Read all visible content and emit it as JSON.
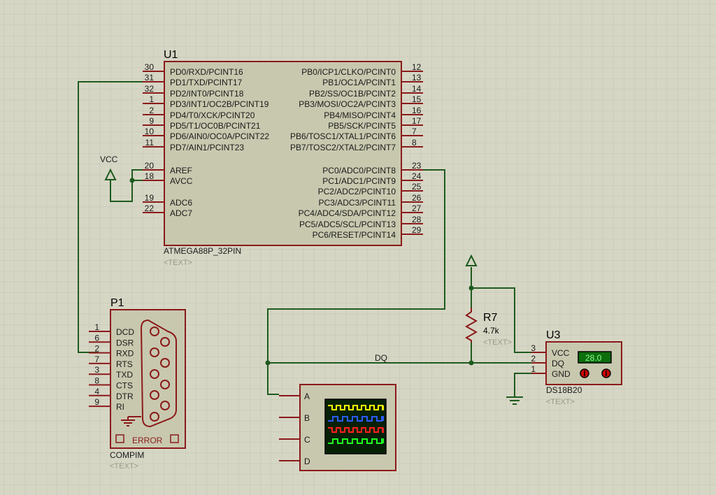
{
  "colors": {
    "background": "#d6d6c5",
    "grid": "#c4c4b2",
    "wire": "#1e5b1e",
    "body_stroke": "#8b1a1a",
    "body_fill": "#c8c8af",
    "pin": "#8b1a1a",
    "lcd": "#0d6e0d"
  },
  "u1": {
    "refdes": "U1",
    "part": "ATMEGA88P_32PIN",
    "text": "<TEXT>",
    "left_pins": [
      {
        "num": "30",
        "name": "PD0/RXD/PCINT16"
      },
      {
        "num": "31",
        "name": "PD1/TXD/PCINT17"
      },
      {
        "num": "32",
        "name": "PD2/INT0/PCINT18"
      },
      {
        "num": "1",
        "name": "PD3/INT1/OC2B/PCINT19"
      },
      {
        "num": "2",
        "name": "PD4/T0/XCK/PCINT20"
      },
      {
        "num": "9",
        "name": "PD5/T1/OC0B/PCINT21"
      },
      {
        "num": "10",
        "name": "PD6/AIN0/OC0A/PCINT22"
      },
      {
        "num": "11",
        "name": "PD7/AIN1/PCINT23"
      },
      {
        "num": "20",
        "name": "AREF"
      },
      {
        "num": "18",
        "name": "AVCC"
      },
      {
        "num": "19",
        "name": "ADC6"
      },
      {
        "num": "22",
        "name": "ADC7"
      }
    ],
    "right_pins": [
      {
        "num": "12",
        "name": "PB0/ICP1/CLKO/PCINT0"
      },
      {
        "num": "13",
        "name": "PB1/OC1A/PCINT1"
      },
      {
        "num": "14",
        "name": "PB2/SS/OC1B/PCINT2"
      },
      {
        "num": "15",
        "name": "PB3/MOSI/OC2A/PCINT3"
      },
      {
        "num": "16",
        "name": "PB4/MISO/PCINT4"
      },
      {
        "num": "17",
        "name": "PB5/SCK/PCINT5"
      },
      {
        "num": "7",
        "name": "PB6/TOSC1/XTAL1/PCINT6"
      },
      {
        "num": "8",
        "name": "PB7/TOSC2/XTAL2/PCINT7"
      },
      {
        "num": "23",
        "name": "PC0/ADC0/PCINT8"
      },
      {
        "num": "24",
        "name": "PC1/ADC1/PCINT9"
      },
      {
        "num": "25",
        "name": "PC2/ADC2/PCINT10"
      },
      {
        "num": "26",
        "name": "PC3/ADC3/PCINT11"
      },
      {
        "num": "27",
        "name": "PC4/ADC4/SDA/PCINT12"
      },
      {
        "num": "28",
        "name": "PC5/ADC5/SCL/PCINT13"
      },
      {
        "num": "29",
        "name": "PC6/RESET/PCINT14"
      }
    ]
  },
  "vcc_label": "VCC",
  "p1": {
    "refdes": "P1",
    "part": "COMPIM",
    "text": "<TEXT>",
    "status": "ERROR",
    "pins": [
      {
        "num": "1",
        "name": "DCD"
      },
      {
        "num": "6",
        "name": "DSR"
      },
      {
        "num": "2",
        "name": "RXD"
      },
      {
        "num": "7",
        "name": "RTS"
      },
      {
        "num": "3",
        "name": "TXD"
      },
      {
        "num": "8",
        "name": "CTS"
      },
      {
        "num": "4",
        "name": "DTR"
      },
      {
        "num": "9",
        "name": "RI"
      }
    ]
  },
  "r7": {
    "refdes": "R7",
    "value": "4.7k",
    "text": "<TEXT>"
  },
  "u3": {
    "refdes": "U3",
    "part": "DS18B20",
    "text": "<TEXT>",
    "reading": "28.0",
    "pins": [
      {
        "num": "3",
        "name": "VCC"
      },
      {
        "num": "2",
        "name": "DQ"
      },
      {
        "num": "1",
        "name": "GND"
      }
    ]
  },
  "net_dq": "DQ",
  "scope": {
    "channels": [
      "A",
      "B",
      "C",
      "D"
    ],
    "trace_colors": [
      "#ffff00",
      "#2a5cff",
      "#ff2020",
      "#20ff20"
    ]
  }
}
